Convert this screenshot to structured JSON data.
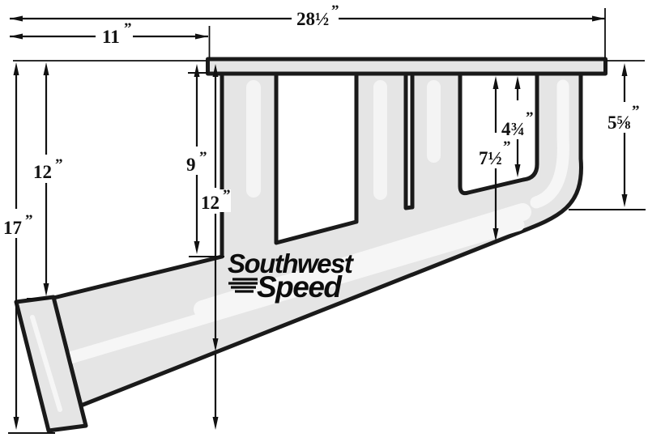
{
  "diagram": {
    "type": "technical-drawing",
    "subject": "exhaust header side view with dimensions",
    "brand": {
      "line1": "Southwest",
      "line2": "Speed"
    },
    "colors": {
      "background": "#ffffff",
      "metal_fill": "#e5e5e5",
      "highlight": "#f6f6f6",
      "outline": "#1a1a1a",
      "dimension": "#111111"
    },
    "dims": {
      "total_length": {
        "value": "28½",
        "unit": "”"
      },
      "flange_offset": {
        "value": "11",
        "unit": "”"
      },
      "height_17": {
        "value": "17",
        "unit": "”"
      },
      "height_12_left": {
        "value": "12",
        "unit": "”"
      },
      "height_9": {
        "value": "9",
        "unit": "”"
      },
      "height_12_mid": {
        "value": "12",
        "unit": "”"
      },
      "port_depth": {
        "value": "4¾",
        "unit": "”"
      },
      "runner_depth": {
        "value": "7½",
        "unit": "”"
      },
      "collector_drop": {
        "value": "5⅝",
        "unit": "”"
      }
    }
  }
}
